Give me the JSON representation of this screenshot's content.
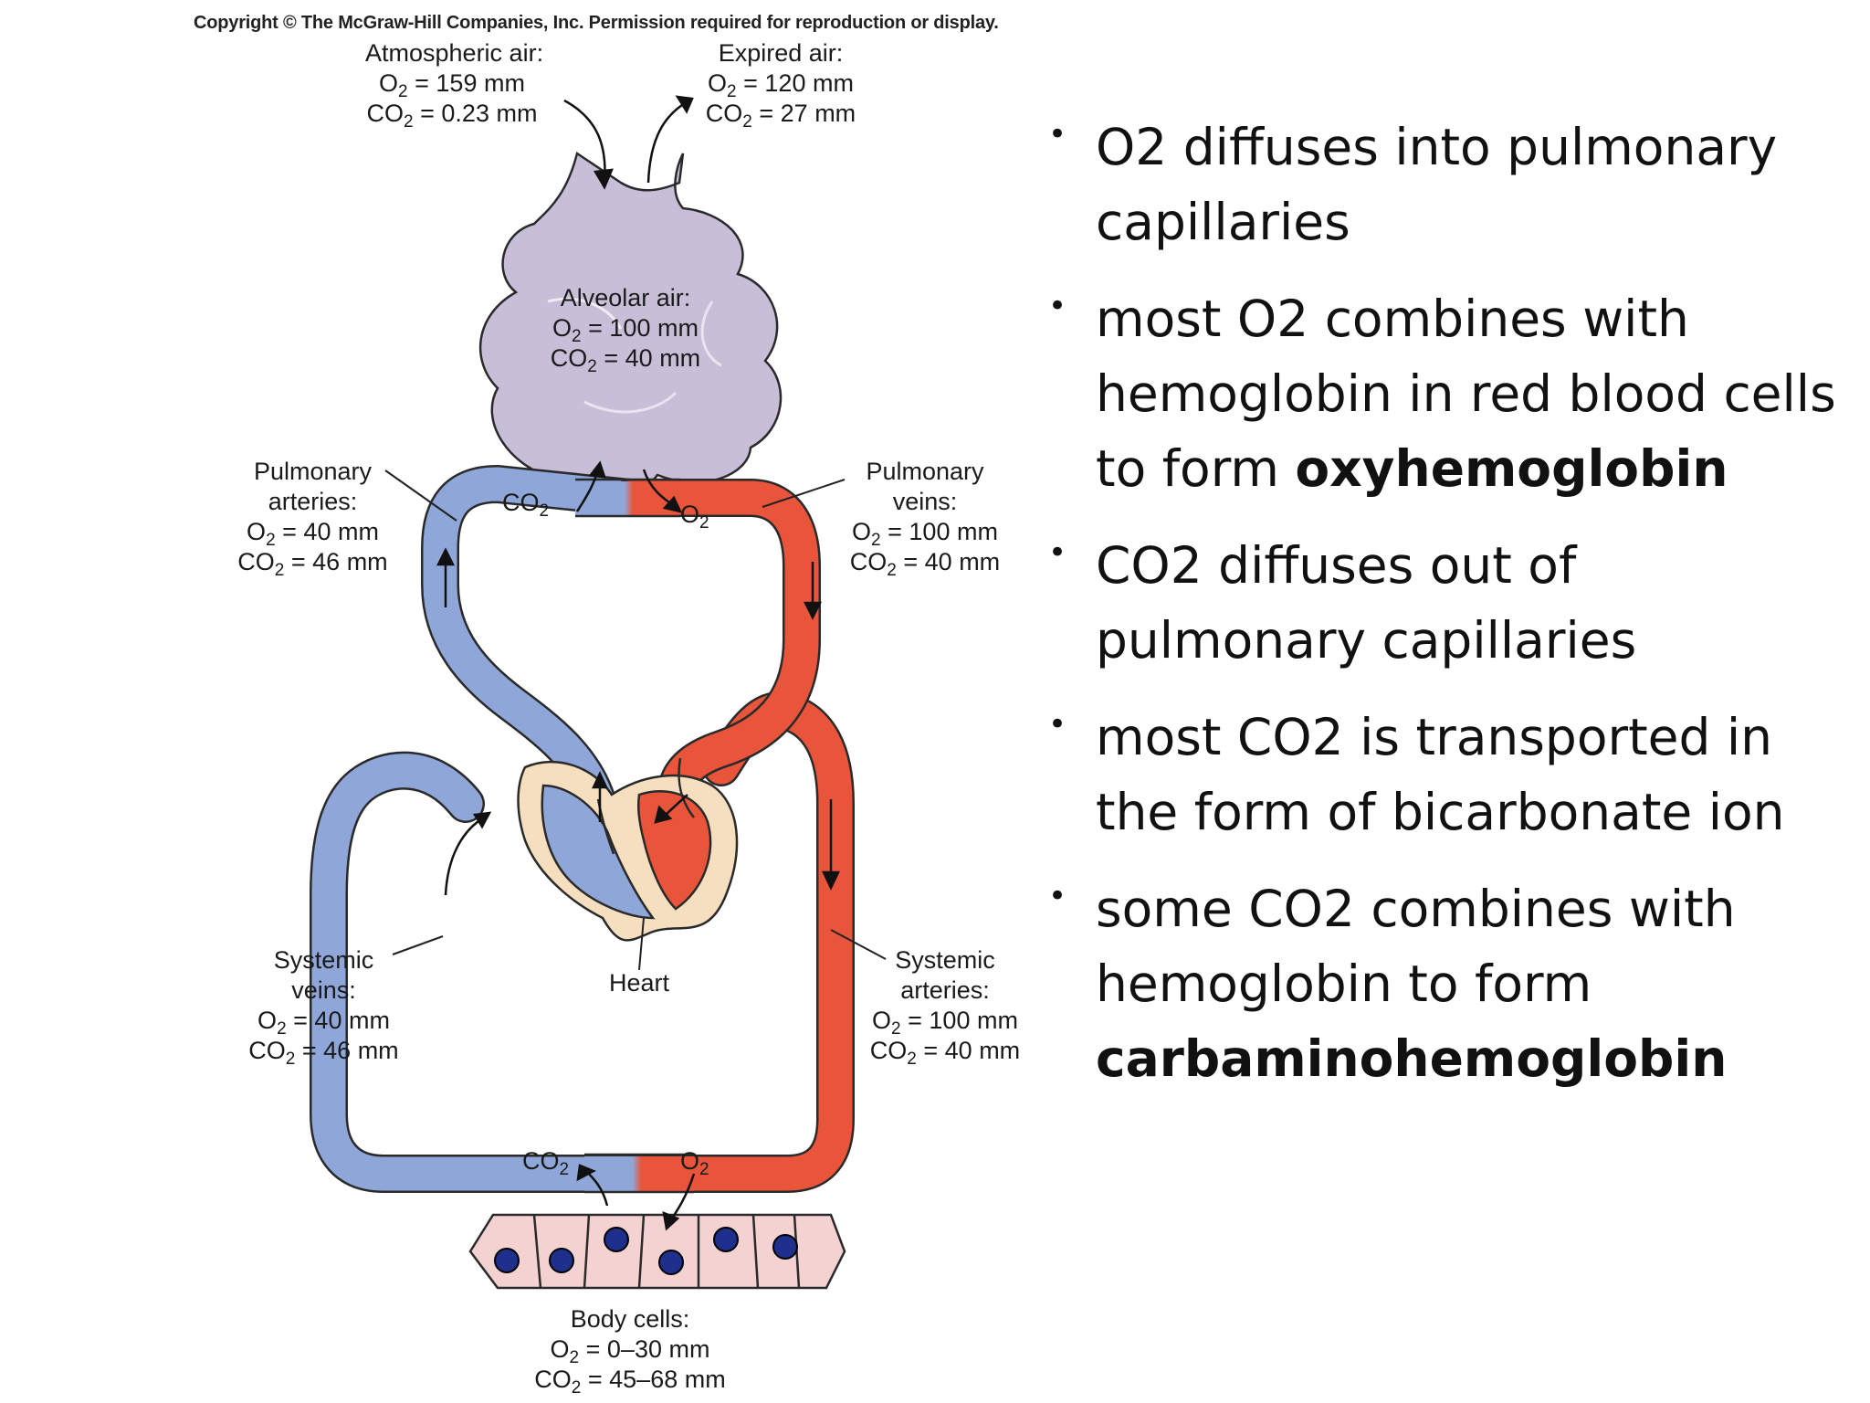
{
  "copyright": "Copyright © The McGraw-Hill Companies, Inc. Permission required for reproduction or display.",
  "labels": {
    "atmospheric": {
      "title": "Atmospheric air:",
      "o2": "= 159 mm",
      "co2": "= 0.23 mm"
    },
    "expired": {
      "title": "Expired air:",
      "o2": "= 120 mm",
      "co2": "= 27 mm"
    },
    "alveolar": {
      "title": "Alveolar air:",
      "o2": "= 100 mm",
      "co2": "= 40 mm"
    },
    "pulmonary_arteries": {
      "title1": "Pulmonary",
      "title2": "arteries:",
      "o2": "= 40 mm",
      "co2": "= 46 mm"
    },
    "pulmonary_veins": {
      "title1": "Pulmonary",
      "title2": "veins:",
      "o2": "= 100 mm",
      "co2": "= 40 mm"
    },
    "systemic_veins": {
      "title1": "Systemic",
      "title2": "veins:",
      "o2": "= 40 mm",
      "co2": "= 46 mm"
    },
    "systemic_arteries": {
      "title1": "Systemic",
      "title2": "arteries:",
      "o2": "= 100 mm",
      "co2": "= 40 mm"
    },
    "heart": "Heart",
    "body_cells": {
      "title": "Body cells:",
      "o2": "= 0–30 mm",
      "co2": "= 45–68 mm"
    }
  },
  "gas_labels": {
    "co2_base": "CO",
    "o2_base": "O",
    "sub": "2"
  },
  "bullets": [
    {
      "text": "O2 diffuses into pulmonary capillaries",
      "bold": ""
    },
    {
      "text": "most O2 combines with hemoglobin in red blood cells to form ",
      "bold": "oxyhemoglobin"
    },
    {
      "text": "CO2 diffuses out of pulmonary capillaries",
      "bold": ""
    },
    {
      "text": "most CO2 is transported in the form of bicarbonate ion",
      "bold": ""
    },
    {
      "text": " some CO2 combines with hemoglobin to form ",
      "bold": "carbaminohemoglobin"
    }
  ],
  "bullet_glyph": "•",
  "colors": {
    "deoxygenated": "#8fa6d9",
    "oxygenated": "#e8553a",
    "alveolus": "#c8bed8",
    "heart_tissue": "#f6dfbf",
    "body_cells": "#f5d2d2",
    "nucleus": "#1e2f8c"
  }
}
